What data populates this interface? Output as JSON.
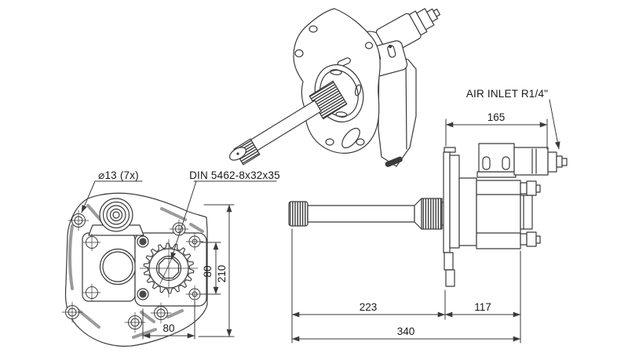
{
  "drawing": {
    "title_present": false,
    "colors": {
      "line": "#3a3a3a",
      "shade": "#9b9b9b",
      "text": "#1a1a1a",
      "background": "#ffffff"
    },
    "views": {
      "isometric": {
        "name": "isometric-projection-of-pto-unit"
      },
      "front": {
        "callouts": {
          "holes": "⌀13 (7x)",
          "spline": "DIN 5462-8x32x35"
        },
        "dims": {
          "hole_spacing_vertical": "80",
          "overall_height": "210",
          "hole_spacing_horizontal": "80"
        }
      },
      "side": {
        "callouts": {
          "air_inlet": "AIR INLET R1/4\""
        },
        "dims": {
          "upper_length": "165",
          "shaft_length": "223",
          "body_length": "117",
          "overall_length": "340"
        }
      }
    }
  }
}
